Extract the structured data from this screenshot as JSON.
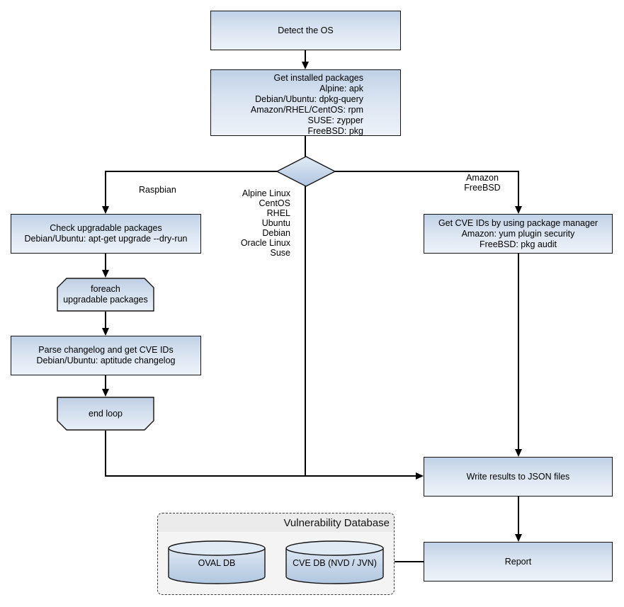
{
  "diagram": {
    "nodes": {
      "detect_os": {
        "lines": [
          "Detect the OS"
        ]
      },
      "get_installed_packages": {
        "lines": [
          "Get installed packages",
          "Alpine: apk",
          "Debian/Ubuntu: dpkg-query",
          "Amazon/RHEL/CentOS: rpm",
          "SUSE: zypper",
          "FreeBSD: pkg"
        ]
      },
      "os_decision": {
        "shape": "diamond"
      },
      "check_upgradable": {
        "lines": [
          "Check upgradable packages",
          "Debian/Ubuntu: apt-get upgrade --dry-run"
        ]
      },
      "foreach_loop": {
        "lines": [
          "foreach",
          "upgradable  packages"
        ]
      },
      "parse_changelog": {
        "lines": [
          "Parse changelog and get  CVE IDs",
          "Debian/Ubuntu: aptitude changelog"
        ]
      },
      "end_loop": {
        "lines": [
          "end loop"
        ]
      },
      "get_cve_ids": {
        "lines": [
          "Get CVE IDs by using package manager",
          "Amazon: yum plugin security",
          "FreeBSD: pkg audit"
        ]
      },
      "write_results": {
        "lines": [
          "Write results to JSON files"
        ]
      },
      "report": {
        "lines": [
          "Report"
        ]
      }
    },
    "edge_labels": {
      "raspbian": "Raspbian",
      "apt_family": [
        "Alpine Linux",
        "CentOS",
        "RHEL",
        "Ubuntu",
        "Debian",
        "Oracle Linux",
        "Suse"
      ],
      "pkg_manager_family": [
        "Amazon",
        "FreeBSD"
      ]
    },
    "group": {
      "title": "Vulnerability Database",
      "databases": [
        "OVAL DB",
        "CVE DB (NVD / JVN)"
      ]
    },
    "colors": {
      "node_gradient_top": "#c0d1e6",
      "node_gradient_bottom": "#edf2f9",
      "shape_gradient_light": "#e2ebf5",
      "shape_gradient_dark": "#b0c6e0",
      "node_border": "#141414",
      "connector": "#000000",
      "group_background": "#f4f4f4",
      "group_title_background": "#ebebeb",
      "canvas_background": "#ffffff"
    }
  }
}
